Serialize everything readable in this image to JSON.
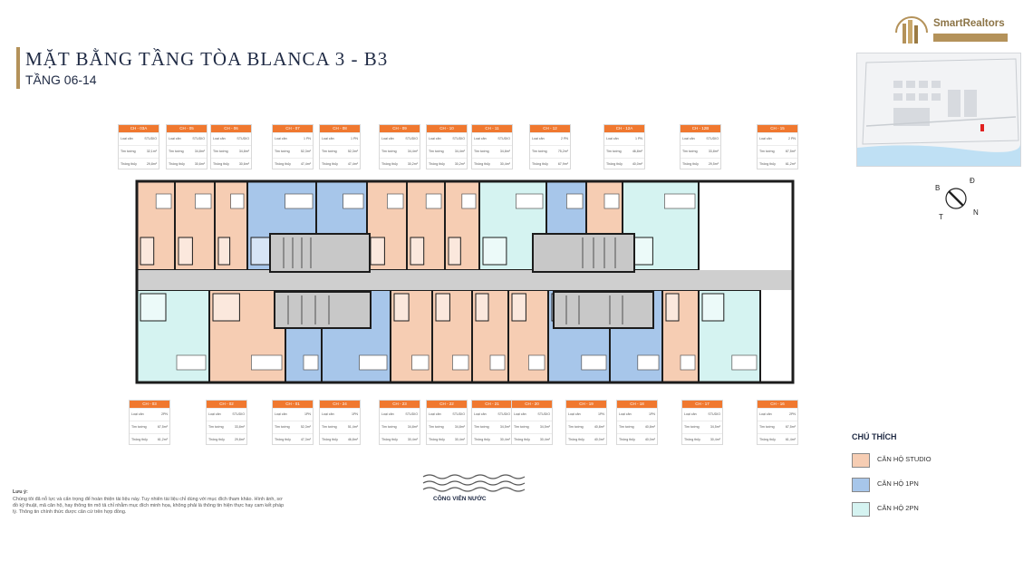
{
  "header": {
    "title": "MẶT BẰNG TẦNG TÒA BLANCA 3 - B3",
    "subtitle": "TẦNG 06-14"
  },
  "brand": {
    "name": "SmartRealtors",
    "accent_color": "#b4925a"
  },
  "compass": {
    "n": "N",
    "s": "B",
    "e": "Đ",
    "w": "T"
  },
  "colors": {
    "studio": "#f6cdb3",
    "one_bed": "#a7c6ea",
    "two_bed": "#d5f3f1",
    "corridor": "#cfcfcf",
    "wall": "#1c1c1c",
    "card_header": "#f0782f"
  },
  "field_labels": {
    "type": "Loại căn",
    "gross": "Tim tường",
    "net": "Thông thủy"
  },
  "units_top": [
    {
      "code": "CH - 03A",
      "type": "STUDIO",
      "gross": "32,1m²",
      "net": "29,8m²",
      "kind": "studio"
    },
    {
      "code": "CH - 05",
      "type": "STUDIO",
      "gross": "34,8m²",
      "net": "30,6m²",
      "kind": "studio"
    },
    {
      "code": "CH - 06",
      "type": "STUDIO",
      "gross": "34,8m²",
      "net": "30,6m²",
      "kind": "studio"
    },
    {
      "code": "CH - 07",
      "type": "1 PN",
      "gross": "52,3m²",
      "net": "47,4m²",
      "kind": "one_bed"
    },
    {
      "code": "CH - 08",
      "type": "1 PN",
      "gross": "52,3m²",
      "net": "47,4m²",
      "kind": "one_bed"
    },
    {
      "code": "CH - 09",
      "type": "STUDIO",
      "gross": "34,4m²",
      "net": "30,2m²",
      "kind": "studio"
    },
    {
      "code": "CH - 10",
      "type": "STUDIO",
      "gross": "34,4m²",
      "net": "30,2m²",
      "kind": "studio"
    },
    {
      "code": "CH - 11",
      "type": "STUDIO",
      "gross": "34,8m²",
      "net": "30,4m²",
      "kind": "studio"
    },
    {
      "code": "CH - 12",
      "type": "2 PN",
      "gross": "75,2m²",
      "net": "67,9m²",
      "kind": "two_bed"
    },
    {
      "code": "CH - 12A",
      "type": "1 PN",
      "gross": "46,8m²",
      "net": "40,0m²",
      "kind": "one_bed"
    },
    {
      "code": "CH - 12B",
      "type": "STUDIO",
      "gross": "33,8m²",
      "net": "29,5m²",
      "kind": "studio"
    },
    {
      "code": "CH - 15",
      "type": "2 PN",
      "gross": "67,5m²",
      "net": "61,2m²",
      "kind": "two_bed"
    }
  ],
  "units_bottom": [
    {
      "code": "CH - 03",
      "type": "2PN",
      "gross": "67,5m²",
      "net": "61,2m²",
      "kind": "two_bed"
    },
    {
      "code": "CH - 02",
      "type": "STUDIO",
      "gross": "33,8m²",
      "net": "29,8m²",
      "kind": "studio"
    },
    {
      "code": "CH - 01",
      "type": "1PN",
      "gross": "52,3m²",
      "net": "47,3m²",
      "kind": "one_bed"
    },
    {
      "code": "CH - 24",
      "type": "1PN",
      "gross": "51,4m²",
      "net": "46,8m²",
      "kind": "one_bed"
    },
    {
      "code": "CH - 23",
      "type": "STUDIO",
      "gross": "34,8m²",
      "net": "30,4m²",
      "kind": "studio"
    },
    {
      "code": "CH - 22",
      "type": "STUDIO",
      "gross": "34,8m²",
      "net": "30,4m²",
      "kind": "studio"
    },
    {
      "code": "CH - 21",
      "type": "STUDIO",
      "gross": "34,5m²",
      "net": "30,4m²",
      "kind": "studio"
    },
    {
      "code": "CH - 20",
      "type": "STUDIO",
      "gross": "34,5m²",
      "net": "30,4m²",
      "kind": "studio"
    },
    {
      "code": "CH - 19",
      "type": "1PN",
      "gross": "40,8m²",
      "net": "40,0m²",
      "kind": "one_bed"
    },
    {
      "code": "CH - 18",
      "type": "1PN",
      "gross": "40,8m²",
      "net": "40,0m²",
      "kind": "one_bed"
    },
    {
      "code": "CH - 17",
      "type": "STUDIO",
      "gross": "34,5m²",
      "net": "30,4m²",
      "kind": "studio"
    },
    {
      "code": "CH - 16",
      "type": "2PN",
      "gross": "67,5m²",
      "net": "61,4m²",
      "kind": "two_bed"
    }
  ],
  "legend": {
    "title": "CHÚ THÍCH",
    "items": [
      {
        "label": "CĂN HỘ STUDIO",
        "kind": "studio"
      },
      {
        "label": "CĂN HỘ 1PN",
        "kind": "one_bed"
      },
      {
        "label": "CĂN HỘ 2PN",
        "kind": "two_bed"
      }
    ]
  },
  "park_label": "CÔNG VIÊN NƯỚC",
  "note": {
    "title": "Lưu ý:",
    "text": "Chúng tôi đã nỗ lực và cẩn trọng để hoàn thiện tài liệu này. Tuy nhiên tài liệu chỉ dùng với mục đích tham khảo. Hình ảnh, sơ đồ kỹ thuật, mã căn hộ, hay thông tin mô tả chỉ nhằm mục đích minh họa, không phải là thông tin hiện thực hay cam kết pháp lý. Thông tin chính thức được căn cứ trên hợp đồng."
  }
}
